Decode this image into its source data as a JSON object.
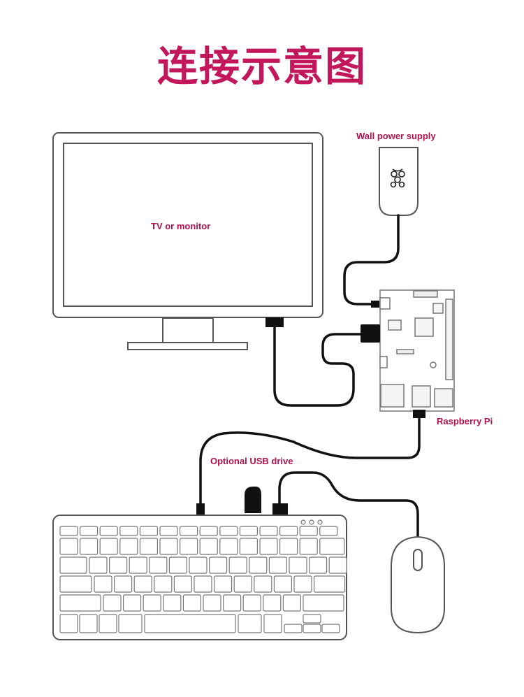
{
  "title": "连接示意图",
  "labels": {
    "wall_power": "Wall power supply",
    "monitor": "TV or monitor",
    "raspberry_pi": "Raspberry Pi",
    "usb_drive": "Optional USB drive"
  },
  "colors": {
    "title": "#c2185b",
    "label": "#b0124f",
    "line": "#333333",
    "cable": "#111111"
  }
}
